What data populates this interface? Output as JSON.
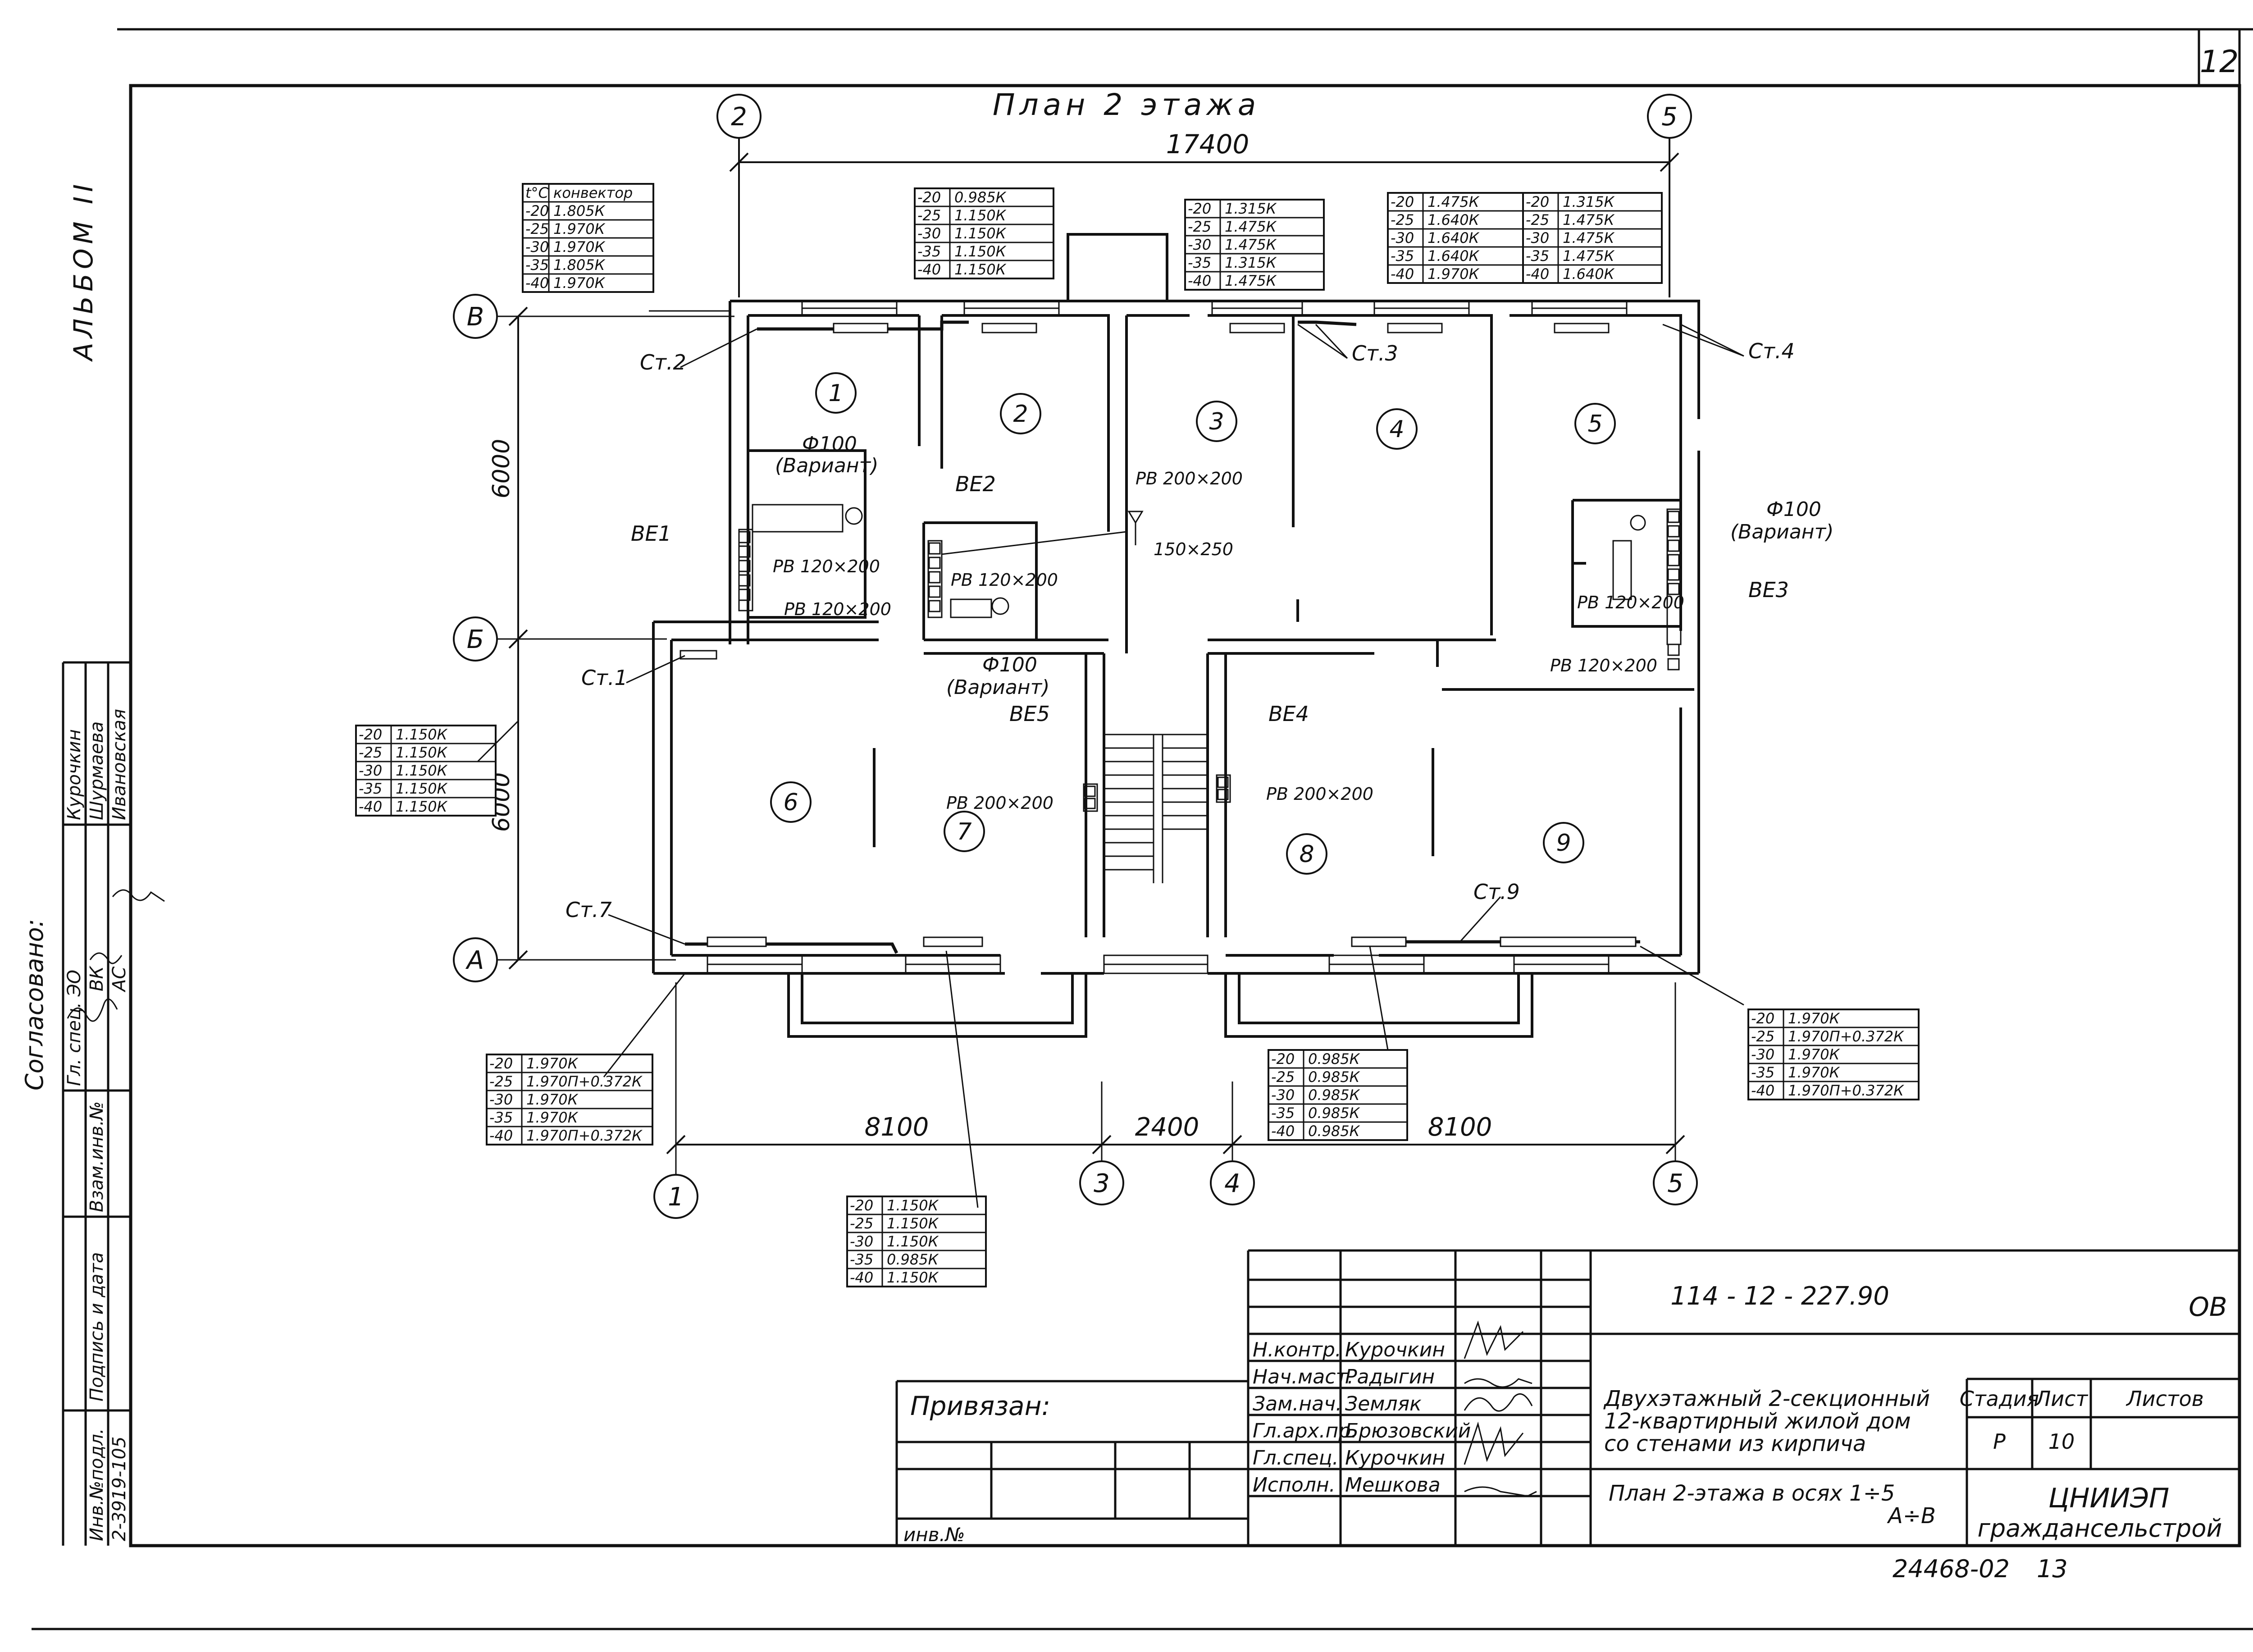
{
  "sheet": {
    "page_number": "12",
    "title": "План 2 этажа",
    "album": "АЛЬБОМ II",
    "drawing_code": "114 - 12 - 227.90",
    "section_mark": "ОВ",
    "archive_number": "24468-02",
    "archive_page": "13",
    "inventory_number": "2-3919-105"
  },
  "dimensions": {
    "overall": "17400",
    "upper_bay": "6000",
    "lower_bay": "6000",
    "bottom_left": "8100",
    "bottom_mid": "2400",
    "bottom_right": "8100"
  },
  "axes": {
    "top_left": "2",
    "top_right": "5",
    "row_top": "В",
    "row_mid": "Б",
    "row_bottom": "А",
    "bottom_1": "1",
    "bottom_3": "3",
    "bottom_4": "4",
    "bottom_5": "5"
  },
  "rooms": [
    "1",
    "2",
    "3",
    "4",
    "5",
    "6",
    "7",
    "8",
    "9"
  ],
  "risers": {
    "st1": "Ст.1",
    "st2": "Ст.2",
    "st3": "Ст.3",
    "st4": "Ст.4",
    "st7": "Ст.7",
    "st9": "Ст.9"
  },
  "vents": {
    "ve1": "ВЕ1",
    "ve2": "ВЕ2",
    "ve3": "ВЕ3",
    "ve4": "ВЕ4",
    "ve5": "ВЕ5",
    "rb_ve1_a": "РВ 120×200",
    "rb_ve1_b": "РВ 120×200",
    "rb_ve2": "РВ 120×200",
    "rb_3": "РВ 200×200",
    "duct_3": "150×250",
    "rb_ve3": "РВ 120×200",
    "rb_ve3_b": "РВ 120×200",
    "rb_ve5": "РВ 200×200",
    "rb_ve4": "РВ 200×200",
    "phi_1": "Ф100",
    "variant_1": "(Вариант)",
    "phi_2": "Ф100",
    "variant_2": "(Вариант)",
    "phi_3": "Ф100",
    "variant_3": "(Вариант)"
  },
  "tables": {
    "t_conv": {
      "header": [
        "t°C",
        "конвектор"
      ],
      "rows": [
        [
          "-20",
          "1.805К"
        ],
        [
          "-25",
          "1.970К"
        ],
        [
          "-30",
          "1.970К"
        ],
        [
          "-35",
          "1.805К"
        ],
        [
          "-40",
          "1.970К"
        ]
      ]
    },
    "t_room2": {
      "rows": [
        [
          "-20",
          "0.985К"
        ],
        [
          "-25",
          "1.150К"
        ],
        [
          "-30",
          "1.150К"
        ],
        [
          "-35",
          "1.150К"
        ],
        [
          "-40",
          "1.150К"
        ]
      ]
    },
    "t_room3": {
      "rows": [
        [
          "-20",
          "1.315К"
        ],
        [
          "-25",
          "1.475К"
        ],
        [
          "-30",
          "1.475К"
        ],
        [
          "-35",
          "1.315К"
        ],
        [
          "-40",
          "1.475К"
        ]
      ]
    },
    "t_room4": {
      "rows": [
        [
          "-20",
          "1.475К"
        ],
        [
          "-25",
          "1.640К"
        ],
        [
          "-30",
          "1.640К"
        ],
        [
          "-35",
          "1.640К"
        ],
        [
          "-40",
          "1.970К"
        ]
      ]
    },
    "t_room5": {
      "rows": [
        [
          "-20",
          "1.315К"
        ],
        [
          "-25",
          "1.475К"
        ],
        [
          "-30",
          "1.475К"
        ],
        [
          "-35",
          "1.475К"
        ],
        [
          "-40",
          "1.640К"
        ]
      ]
    },
    "t_st1": {
      "rows": [
        [
          "-20",
          "1.150К"
        ],
        [
          "-25",
          "1.150К"
        ],
        [
          "-30",
          "1.150К"
        ],
        [
          "-35",
          "1.150К"
        ],
        [
          "-40",
          "1.150К"
        ]
      ]
    },
    "t_st7": {
      "rows": [
        [
          "-20",
          "1.970К"
        ],
        [
          "-25",
          "1.970П+0.372К"
        ],
        [
          "-30",
          "1.970К"
        ],
        [
          "-35",
          "1.970К"
        ],
        [
          "-40",
          "1.970П+0.372К"
        ]
      ]
    },
    "t_room7": {
      "rows": [
        [
          "-20",
          "1.150К"
        ],
        [
          "-25",
          "1.150К"
        ],
        [
          "-30",
          "1.150К"
        ],
        [
          "-35",
          "0.985К"
        ],
        [
          "-40",
          "1.150К"
        ]
      ]
    },
    "t_room8": {
      "rows": [
        [
          "-20",
          "0.985К"
        ],
        [
          "-25",
          "0.985К"
        ],
        [
          "-30",
          "0.985К"
        ],
        [
          "-35",
          "0.985К"
        ],
        [
          "-40",
          "0.985К"
        ]
      ]
    },
    "t_room9": {
      "rows": [
        [
          "-20",
          "1.970К"
        ],
        [
          "-25",
          "1.970П+0.372К"
        ],
        [
          "-30",
          "1.970К"
        ],
        [
          "-35",
          "1.970К"
        ],
        [
          "-40",
          "1.970П+0.372К"
        ]
      ]
    }
  },
  "approval": {
    "heading": "Согласовано:",
    "row1_role": "Гл. спец. ЭО",
    "row1_name": "Курочкин",
    "row2_role": "ВК",
    "row2_name": "Шурмаева",
    "row3_role": "АС",
    "row3_name": "Ивановская"
  },
  "left_strip": {
    "col1": "Инв.№подл.",
    "col2": "Подпись и дата",
    "col3": "Взам.инв.№"
  },
  "title_block": {
    "bound": "Привязан:",
    "inv_no": "инв.№",
    "staff": [
      {
        "role": "Н.контр.",
        "name": "Курочкин"
      },
      {
        "role": "Нач.маст.",
        "name": "Радыгин"
      },
      {
        "role": "Зам.нач.",
        "name": "Земляк"
      },
      {
        "role": "Гл.арх.пр.",
        "name": "Брюзовский"
      },
      {
        "role": "Гл.спец.",
        "name": "Курочкин"
      },
      {
        "role": "Исполн.",
        "name": "Мешкова"
      }
    ],
    "project_line1": "Двухэтажный 2-секционный",
    "project_line2": "12-квартирный жилой дом",
    "project_line3": "со стенами из кирпича",
    "sheet_title": "План 2-этажа в осях 1÷5",
    "sheet_axes": "А÷В",
    "stage_label": "Стадия",
    "sheet_label": "Лист",
    "sheets_label": "Листов",
    "stage": "Р",
    "sheet_no": "10",
    "org_line1": "ЦНИИЭП",
    "org_line2": "граждансельстрой"
  }
}
